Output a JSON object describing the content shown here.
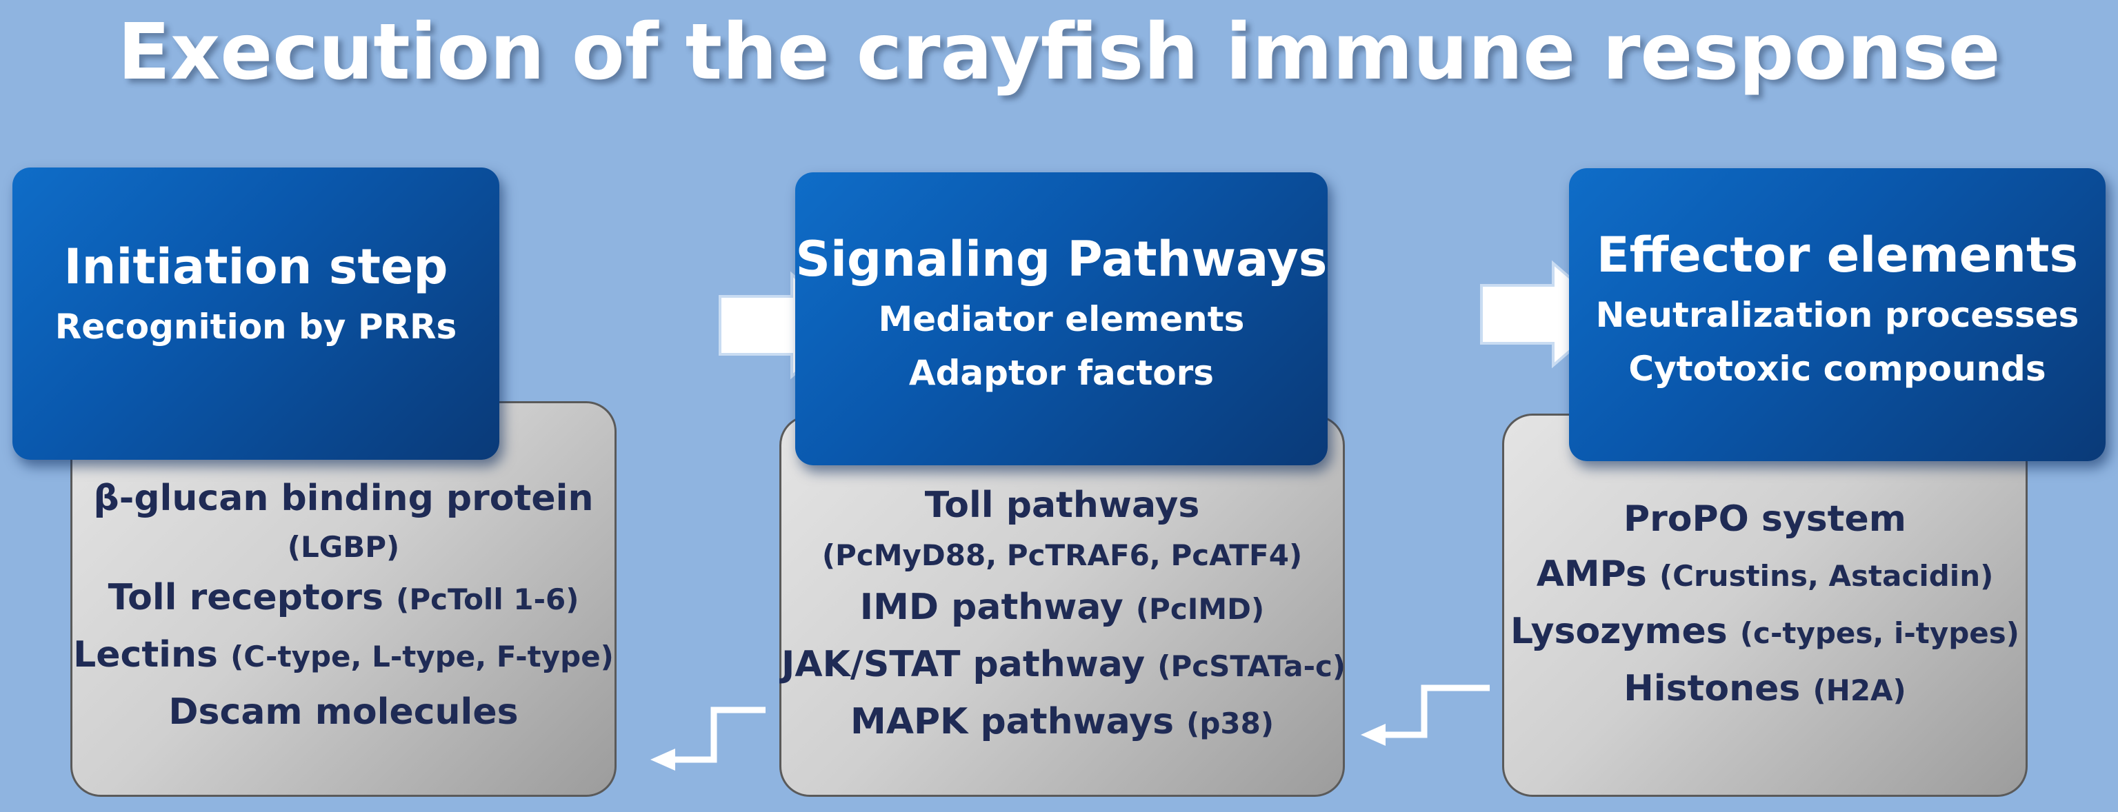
{
  "title": "Execution of the crayfish immune response",
  "initiation": {
    "heading": "Initiation step",
    "subheading": "Recognition by PRRs",
    "items": [
      {
        "main": "β-glucan binding protein",
        "detail": ""
      },
      {
        "main": "",
        "detail": "(LGBP)"
      },
      {
        "main": "Toll receptors ",
        "detail": "(PcToll 1-6)"
      },
      {
        "main": "Lectins ",
        "detail": "(C-type, L-type, F-type)"
      },
      {
        "main": "Dscam molecules",
        "detail": ""
      }
    ]
  },
  "signaling": {
    "heading": "Signaling Pathways",
    "subheadings": [
      "Mediator elements",
      "Adaptor factors"
    ],
    "items": [
      {
        "main": "Toll pathways",
        "detail": ""
      },
      {
        "main": "",
        "detail": "(PcMyD88, PcTRAF6, PcATF4)"
      },
      {
        "main": "IMD pathway ",
        "detail": "(PcIMD)"
      },
      {
        "main": "JAK/STAT pathway ",
        "detail": "(PcSTATa-c)"
      },
      {
        "main": "MAPK pathways ",
        "detail": "(p38)"
      }
    ]
  },
  "effector": {
    "heading": "Effector elements",
    "subheadings": [
      "Neutralization processes",
      "Cytotoxic compounds"
    ],
    "items": [
      {
        "main": "ProPO system",
        "detail": ""
      },
      {
        "main": "AMPs ",
        "detail": "(Crustins, Astacidin)"
      },
      {
        "main": "Lysozymes ",
        "detail": "(c-types, i-types)"
      },
      {
        "main": "Histones ",
        "detail": "(H2A)"
      }
    ]
  },
  "colors": {
    "background": "#8fb4e0",
    "blue_box": "#0a58ad",
    "gray_box": "#d0d0d0",
    "text_dark": "#1f2b55",
    "text_light": "#ffffff"
  }
}
